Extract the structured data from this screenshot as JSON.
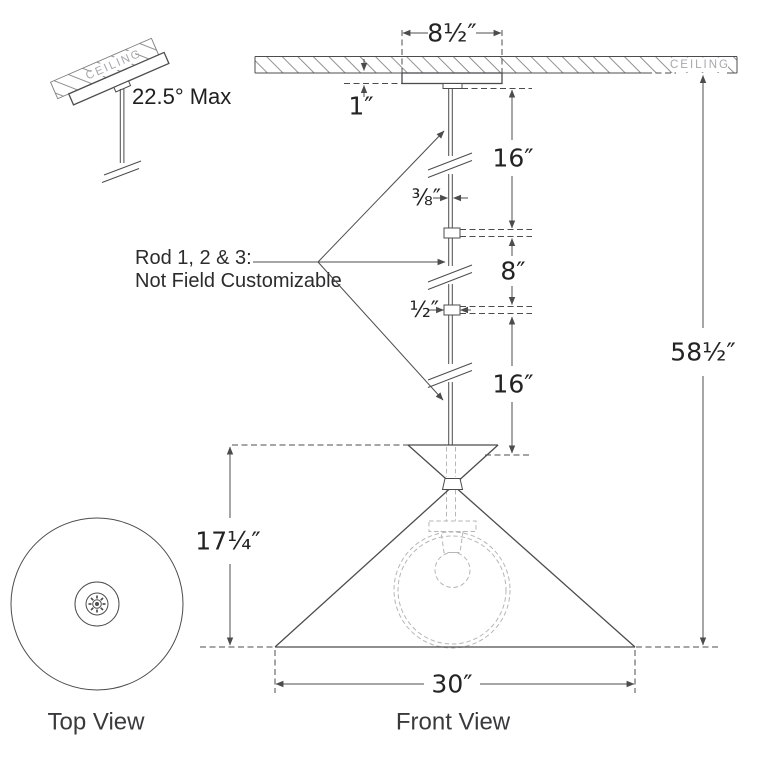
{
  "sloped_ceiling_detail": {
    "ceiling_label": "CEILING",
    "max_angle_label": "22.5° Max"
  },
  "front_view": {
    "view_label": "Front View",
    "ceiling_label": "CEILING",
    "note": {
      "line1": "Rod 1, 2 & 3:",
      "line2": "Not Field Customizable"
    },
    "dimensions": {
      "canopy_width": "8½″",
      "canopy_height": "1″",
      "rod_1_length": "16″",
      "rod_diameter": "⅜″",
      "rod_2_length": "8″",
      "coupler_height": "½″",
      "rod_3_length": "16″",
      "overall_drop": "58½″",
      "fixture_height": "17¼″",
      "shade_diameter": "30″"
    }
  },
  "top_view": {
    "view_label": "Top View"
  },
  "colors": {
    "line": "#4c4c4e",
    "hidden_line": "#b4b6b8",
    "text": "#232325",
    "muted_text": "#a6a8ab",
    "background": "#ffffff"
  }
}
